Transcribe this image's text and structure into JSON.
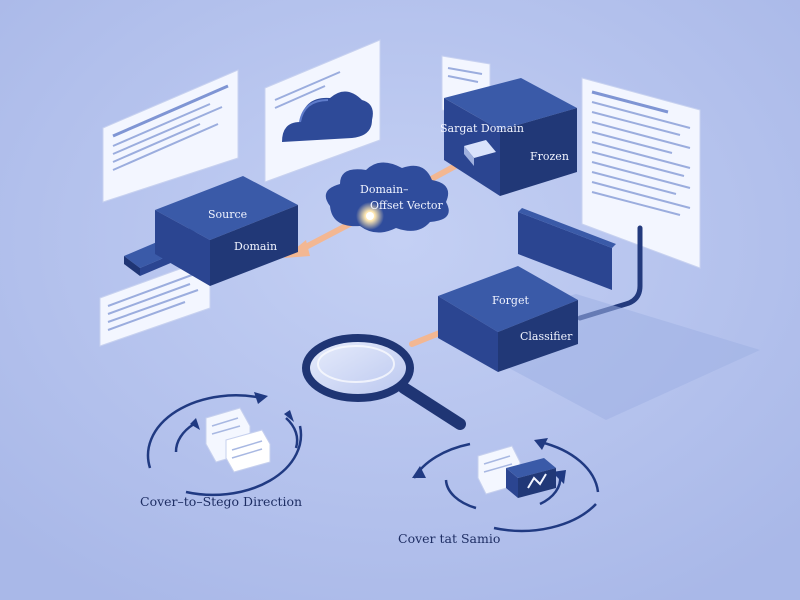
{
  "labels": {
    "source_top": "Source",
    "source_side": "Domain",
    "target_domain_top": "Sargat Domain",
    "target_domain_side": "Frozen",
    "offset_line1": "Domain–",
    "offset_line2": "Offset Vector",
    "classifier_top": "Forget",
    "classifier_side": "Classifier",
    "cycle_left_caption": "Cover–to–Stego Direction",
    "cycle_right_caption": "Cover tat Samio"
  },
  "colors": {
    "background": "#b9c6ef",
    "cube_top": "#3a5aa8",
    "cube_left": "#2b4591",
    "cube_right": "#213877",
    "arrow": "#f3b792",
    "accent_glow": "#fff3cf"
  }
}
